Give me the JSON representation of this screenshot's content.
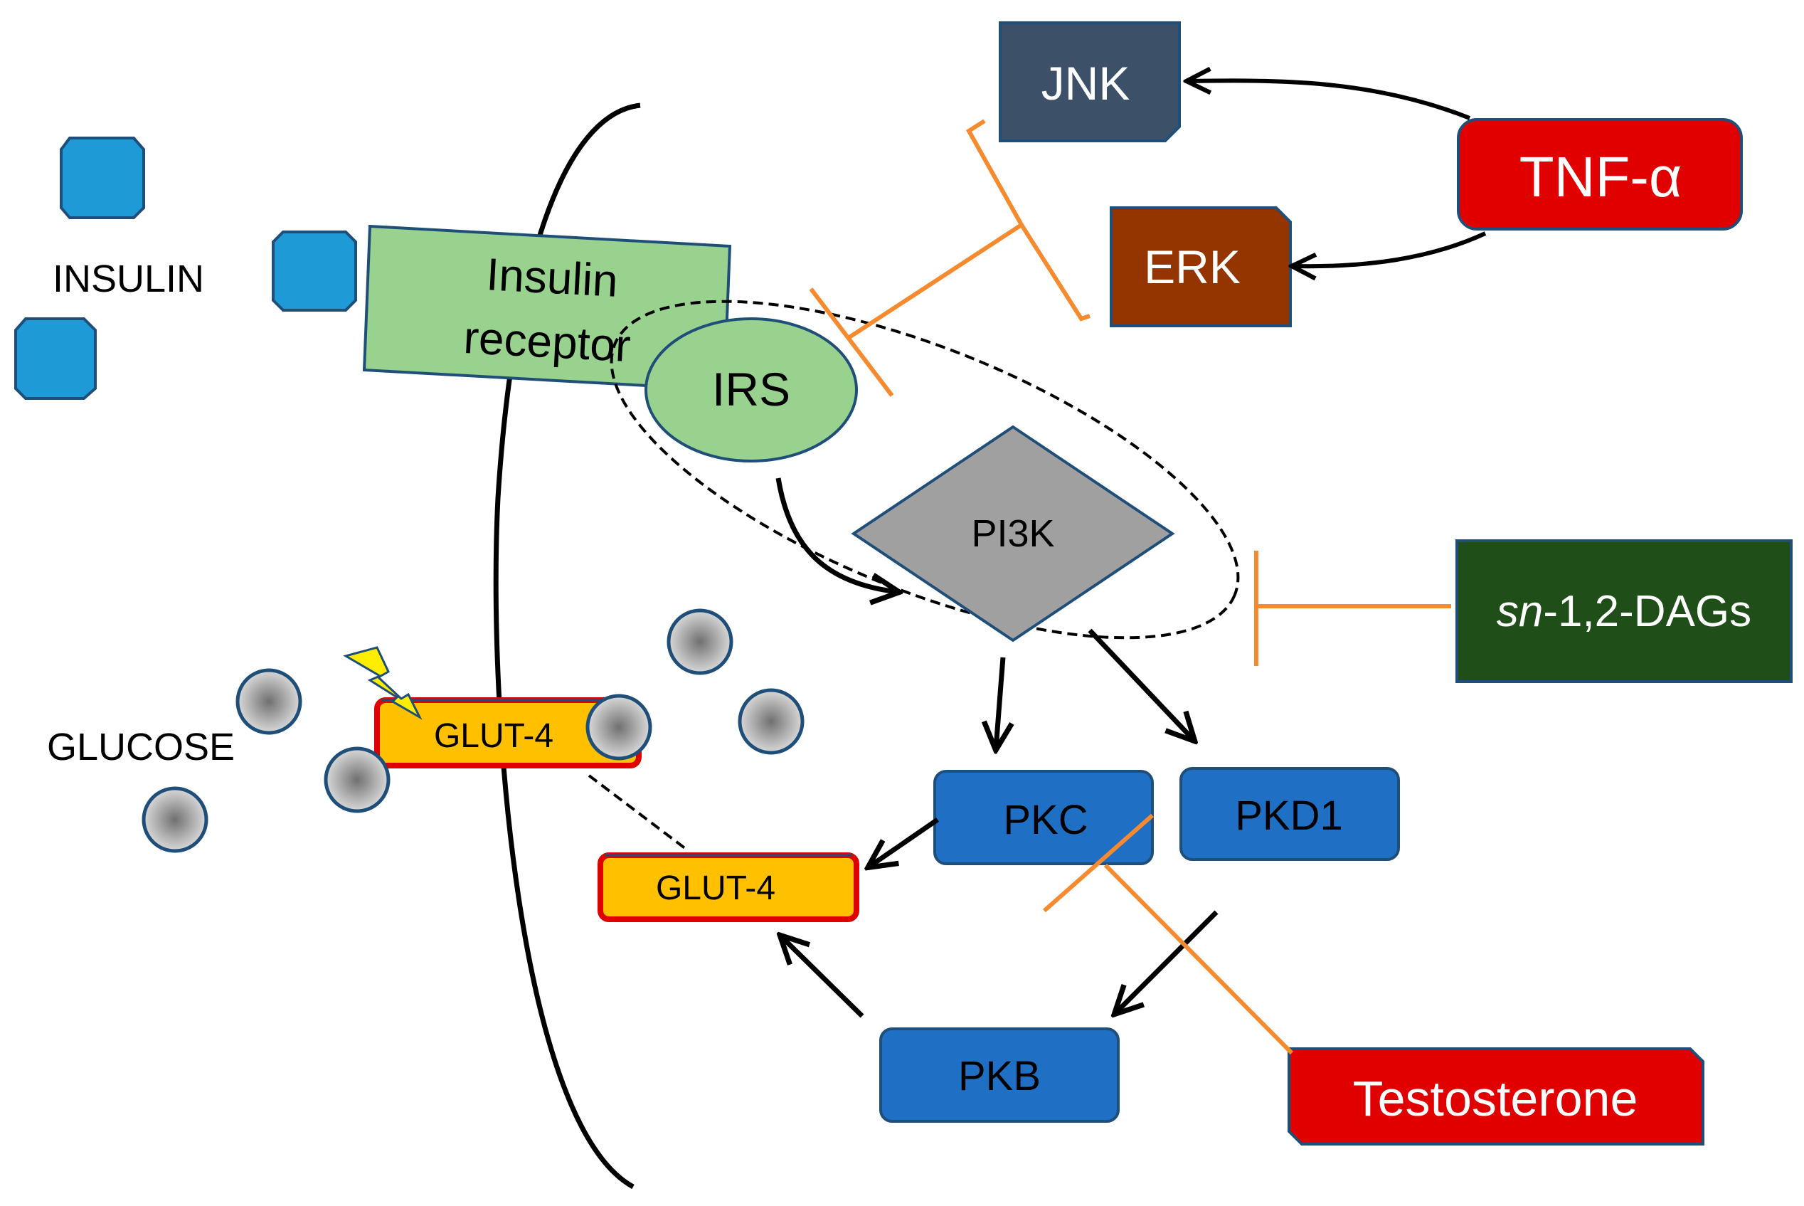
{
  "labels": {
    "insulin": "INSULIN",
    "glucose": "GLUCOSE",
    "insulin_receptor_line1": "Insulin",
    "insulin_receptor_line2": "receptor",
    "irs": "IRS",
    "pi3k": "PI3K",
    "jnk": "JNK",
    "erk": "ERK",
    "tnf": "TNF-α",
    "dags_italic": "sn",
    "dags_rest": "-1,2-DAGs",
    "glut4_membrane": "GLUT-4",
    "glut4_vesicle": "GLUT-4",
    "pkc": "PKC",
    "pkd1": "PKD1",
    "pkb": "PKB",
    "testosterone": "Testosterone"
  },
  "colors": {
    "insulin_blue": "#1E9AD6",
    "receptor_green": "#99D18F",
    "irs_green": "#99D18F",
    "pi3k_gray": "#A0A0A0",
    "jnk_slate": "#3C5068",
    "erk_brown": "#943500",
    "tnf_red": "#E00000",
    "dags_green": "#1F4E18",
    "glut_yellow": "#FFC000",
    "glut_red": "#E00000",
    "kinase_blue": "#1F6FC5",
    "inhibit_orange": "#F58A2E",
    "outline_blue": "#1F4E79"
  }
}
